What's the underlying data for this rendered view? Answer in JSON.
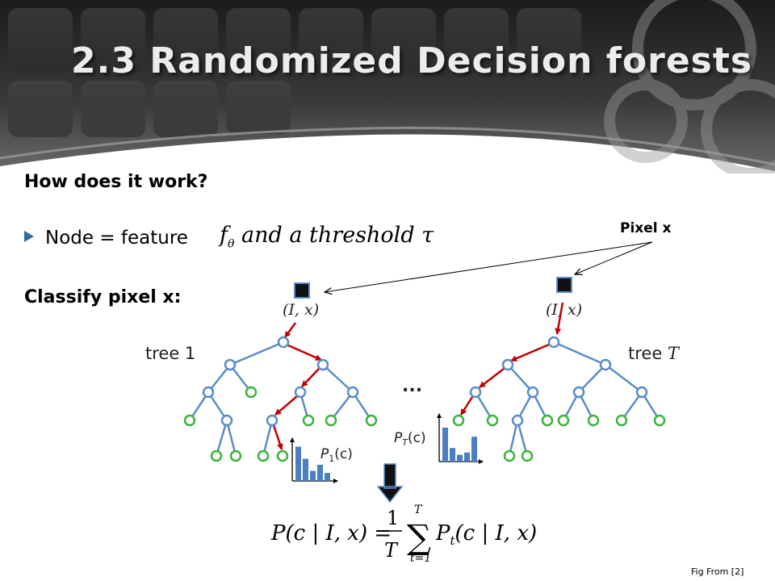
{
  "slide": {
    "title": "2.3 Randomized Decision forests",
    "heading_how": "How does it work?",
    "bullet_text": "Node = feature",
    "feature_math": {
      "f": "f",
      "theta": "θ",
      "rest": " and a threshold τ"
    },
    "heading_classify": "Classify pixel x:",
    "pixel_label": "Pixel x",
    "footer": "Fig From [2]"
  },
  "figure": {
    "tree1_label": "tree 1",
    "treeT_label_prefix": "tree ",
    "treeT_label_var": "T",
    "input_label": "(I, x)",
    "ellipsis": "...",
    "p1_label_main": "P",
    "p1_label_sub": "1",
    "p1_label_arg": "(c)",
    "pT_label_main": "P",
    "pT_label_sub": "T",
    "pT_label_arg": "(c)",
    "p1_histogram": [
      0.85,
      0.55,
      0.25,
      0.4,
      0.2
    ],
    "pT_histogram": [
      0.75,
      0.3,
      0.15,
      0.2,
      0.55
    ],
    "formula": {
      "lhs": "P(c | I, x) =",
      "num": "1",
      "den": "T",
      "sum_upper": "T",
      "sum_lower": "t=1",
      "term": "P",
      "term_sub": "t",
      "term_rest": "(c | I, x)"
    }
  },
  "colors": {
    "edge_blue": "#5b8cc8",
    "leaf_green": "#3bb33b",
    "path_red": "#c00000",
    "hist_blue": "#4a7fc0",
    "header_dark": "#2d2d2d"
  }
}
